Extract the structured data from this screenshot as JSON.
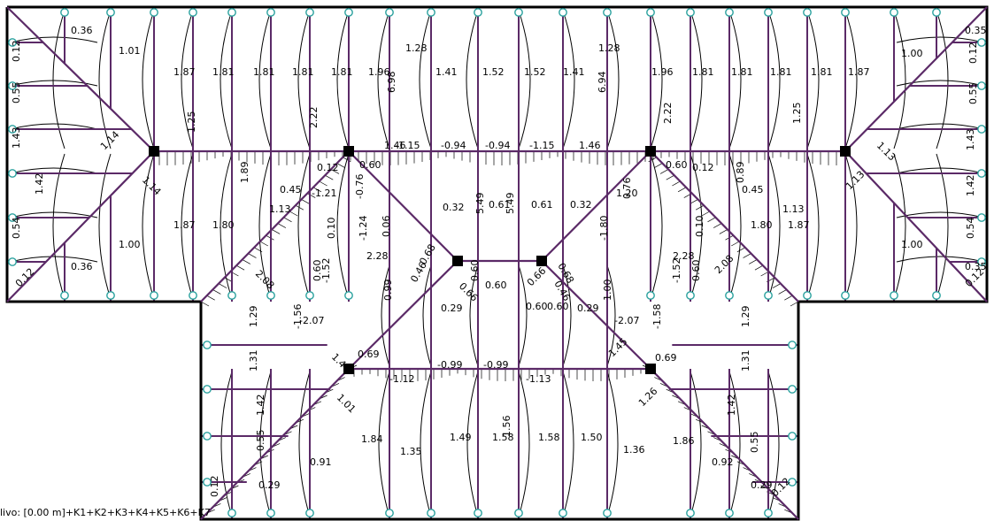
{
  "footer_label": "livo: [0.00 m]+K1+K2+K3+K4+K5+K6+K7",
  "colors": {
    "outline": "#000000",
    "rafter": "#5b2a67",
    "node_fill": "#ffffff",
    "node_stroke": "#2aa19e",
    "support": "#000000",
    "curve": "#000000"
  },
  "labels": [
    {
      "t": "0.36"
    },
    {
      "t": "1.01"
    },
    {
      "t": "0.12"
    },
    {
      "t": "0.55"
    },
    {
      "t": "1.43"
    },
    {
      "t": "1.14"
    },
    {
      "t": "1.14"
    },
    {
      "t": "1.42"
    },
    {
      "t": "0.54"
    },
    {
      "t": "1.00"
    },
    {
      "t": "0.36"
    },
    {
      "t": "0.12"
    },
    {
      "t": "1.87"
    },
    {
      "t": "1.81"
    },
    {
      "t": "1.81"
    },
    {
      "t": "1.81"
    },
    {
      "t": "1.81"
    },
    {
      "t": "1.96"
    },
    {
      "t": "1.28"
    },
    {
      "t": "1.41"
    },
    {
      "t": "1.52"
    },
    {
      "t": "1.52"
    },
    {
      "t": "1.41"
    },
    {
      "t": "1.28"
    },
    {
      "t": "1.96"
    },
    {
      "t": "1.81"
    },
    {
      "t": "1.81"
    },
    {
      "t": "1.81"
    },
    {
      "t": "1.81"
    },
    {
      "t": "1.87"
    },
    {
      "t": "1.00"
    },
    {
      "t": "0.35"
    },
    {
      "t": "0.12"
    },
    {
      "t": "0.55"
    },
    {
      "t": "1.43"
    },
    {
      "t": "1.13"
    },
    {
      "t": "1.13"
    },
    {
      "t": "1.42"
    },
    {
      "t": "0.54"
    },
    {
      "t": "1.00"
    },
    {
      "t": "0.35"
    },
    {
      "t": "0.12"
    },
    {
      "t": "1.25"
    },
    {
      "t": "2.22"
    },
    {
      "t": "6.98"
    },
    {
      "t": "6.94"
    },
    {
      "t": "2.22"
    },
    {
      "t": "1.25"
    },
    {
      "t": "-1.15"
    },
    {
      "t": "-0.94"
    },
    {
      "t": "-0.94"
    },
    {
      "t": "-1.15"
    },
    {
      "t": "1.46"
    },
    {
      "t": "1.46"
    },
    {
      "t": "0.60"
    },
    {
      "t": "0.60"
    },
    {
      "t": "0.12"
    },
    {
      "t": "0.12"
    },
    {
      "t": "1.89"
    },
    {
      "t": "0.89"
    },
    {
      "t": "0.45"
    },
    {
      "t": "0.45"
    },
    {
      "t": "-1.21"
    },
    {
      "t": "1.20"
    },
    {
      "t": "-0.76"
    },
    {
      "t": "0.76"
    },
    {
      "t": "1.13"
    },
    {
      "t": "1.13"
    },
    {
      "t": "0.32"
    },
    {
      "t": "0.61"
    },
    {
      "t": "0.61"
    },
    {
      "t": "0.32"
    },
    {
      "t": "5.49"
    },
    {
      "t": "5.49"
    },
    {
      "t": "1.87"
    },
    {
      "t": "1.80"
    },
    {
      "t": "1.80"
    },
    {
      "t": "1.87"
    },
    {
      "t": "0.10"
    },
    {
      "t": "0.06"
    },
    {
      "t": "0.10"
    },
    {
      "t": "-1.24"
    },
    {
      "t": "-1.80"
    },
    {
      "t": "2.28"
    },
    {
      "t": "2.28"
    },
    {
      "t": "2.08"
    },
    {
      "t": "2.08"
    },
    {
      "t": "0.60"
    },
    {
      "t": "0.60"
    },
    {
      "t": "-1.52"
    },
    {
      "t": "-1.52"
    },
    {
      "t": "0.68"
    },
    {
      "t": "0.68"
    },
    {
      "t": "0.46"
    },
    {
      "t": "0.46"
    },
    {
      "t": "0.66"
    },
    {
      "t": "0.66"
    },
    {
      "t": "0.60"
    },
    {
      "t": "0.60"
    },
    {
      "t": "0.60"
    },
    {
      "t": "0.60"
    },
    {
      "t": "0.29"
    },
    {
      "t": "0.29"
    },
    {
      "t": "1.29"
    },
    {
      "t": "1.29"
    },
    {
      "t": "-1.56"
    },
    {
      "t": "-1.58"
    },
    {
      "t": "-2.07"
    },
    {
      "t": "-2.07"
    },
    {
      "t": "0.99"
    },
    {
      "t": "1.00"
    },
    {
      "t": "1.31"
    },
    {
      "t": "1.31"
    },
    {
      "t": "0.69"
    },
    {
      "t": "0.69"
    },
    {
      "t": "1.44"
    },
    {
      "t": "1.45"
    },
    {
      "t": "-0.99"
    },
    {
      "t": "-0.99"
    },
    {
      "t": "-1.12"
    },
    {
      "t": "-1.13"
    },
    {
      "t": "1.01"
    },
    {
      "t": "1.26"
    },
    {
      "t": "1.42"
    },
    {
      "t": "1.42"
    },
    {
      "t": "0.55"
    },
    {
      "t": "0.55"
    },
    {
      "t": "0.91"
    },
    {
      "t": "0.92"
    },
    {
      "t": "1.84"
    },
    {
      "t": "1.35"
    },
    {
      "t": "1.49"
    },
    {
      "t": "1.58"
    },
    {
      "t": "1.58"
    },
    {
      "t": "1.50"
    },
    {
      "t": "1.36"
    },
    {
      "t": "1.86"
    },
    {
      "t": "0.29"
    },
    {
      "t": "0.29"
    },
    {
      "t": "0.12"
    },
    {
      "t": "0.12"
    },
    {
      "t": "1.56"
    }
  ]
}
